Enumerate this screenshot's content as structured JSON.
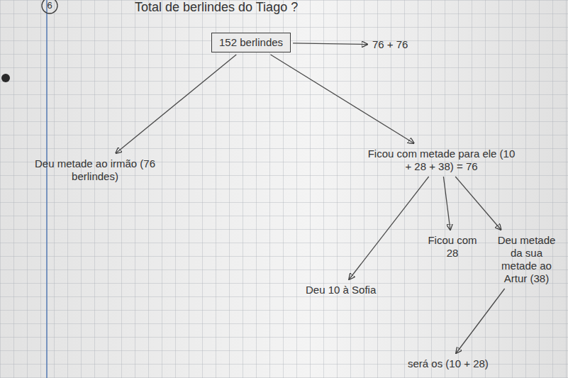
{
  "diagram": {
    "title": "Total de berlindes do Tiago ?",
    "nodes": [
      {
        "text": [
          "152 berlindes"
        ]
      },
      {
        "text": [
          "76 + 76"
        ]
      },
      {
        "text": [
          "Deu metade ao irmão (76 berlindes)"
        ]
      },
      {
        "text": [
          "Ficou com metade para ele (10 + 28 + 38) = 76"
        ]
      },
      {
        "text": [
          "Ficou com 28"
        ]
      },
      {
        "text": [
          "Deu metade da sua metade ao Artur (38)"
        ]
      },
      {
        "text": [
          "Deu 10 à Sofia"
        ]
      },
      {
        "text": [
          "será os (10 + 28)"
        ]
      }
    ],
    "edges": [
      {
        "from": 0,
        "to": 1,
        "arrow": "to"
      },
      {
        "from": 0,
        "to": 2,
        "arrow": "to"
      },
      {
        "from": 0,
        "to": 3,
        "arrow": "to"
      },
      {
        "from": 3,
        "to": 6,
        "arrow": "to"
      },
      {
        "from": 3,
        "to": 4,
        "arrow": "to"
      },
      {
        "from": 3,
        "to": 5,
        "arrow": "to"
      },
      {
        "from": 5,
        "to": 7,
        "arrow": "to"
      }
    ],
    "labels": [
      "6"
    ]
  }
}
